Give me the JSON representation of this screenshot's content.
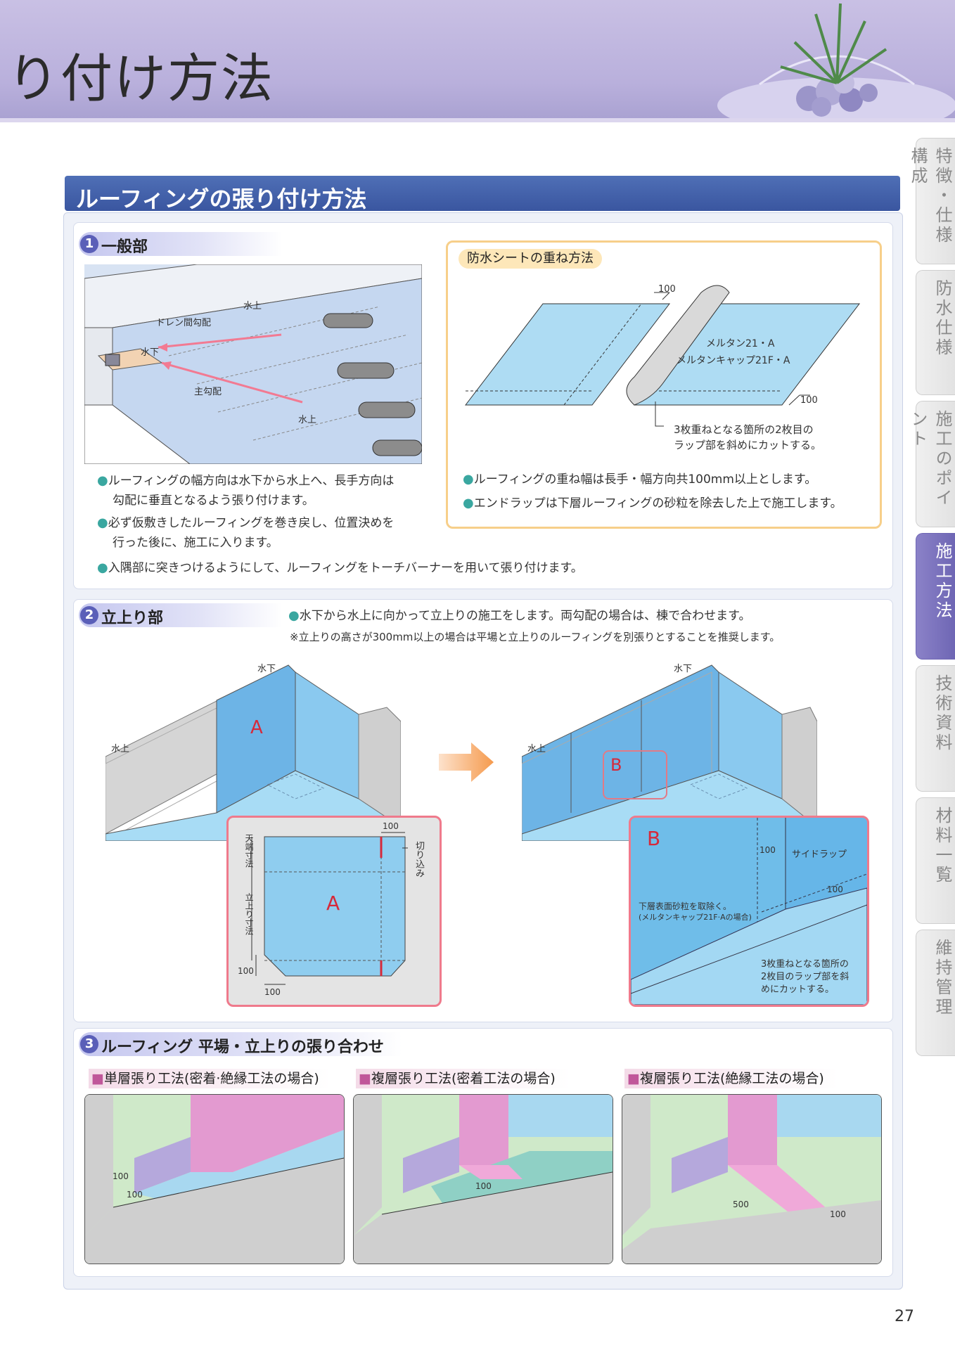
{
  "header": {
    "title": "り付け方法"
  },
  "tabs": [
    {
      "label": "特徴・仕様構成",
      "active": false
    },
    {
      "label": "防水仕様",
      "active": false
    },
    {
      "label": "施工のポイント",
      "active": false
    },
    {
      "label": "施工方法",
      "active": true
    },
    {
      "label": "技術資料",
      "active": false
    },
    {
      "label": "材料一覧",
      "active": false
    },
    {
      "label": "維持管理",
      "active": false
    }
  ],
  "main_title": "ルーフィングの張り付け方法",
  "section1": {
    "num": "1",
    "title": "一般部",
    "diagram_labels": {
      "mizuue1": "水上",
      "drain": "ドレン間勾配",
      "mizushita": "水下",
      "main_slope": "主勾配",
      "mizuue2": "水上"
    },
    "bullets": [
      "ルーフィングの幅方向は水下から水上へ、長手方向は",
      "勾配に垂直となるよう張り付けます。",
      "必ず仮敷きしたルーフィングを巻き戻し、位置決めを",
      "行った後に、施工に入ります。",
      "入隅部に突きつけるようにして、ルーフィングをトーチバーナーを用いて張り付けます。"
    ],
    "note": {
      "title": "防水シートの重ね方法",
      "dim1": "100",
      "dim2": "100",
      "product1": "メルタン21・A",
      "product2": "メルタンキャップ21F・A",
      "cut_note1": "3枚重ねとなる箇所の2枚目の",
      "cut_note2": "ラップ部を斜めにカットする。",
      "bullet1": "ルーフィングの重ね幅は長手・幅方向共100mm以上とします。",
      "bullet2": "エンドラップは下層ルーフィングの砂粒を除去した上で施工します。"
    }
  },
  "section2": {
    "num": "2",
    "title": "立上り部",
    "text1": "水下から水上に向かって立上りの施工をします。両勾配の場合は、棟で合わせます。",
    "text2": "※立上りの高さが300mm以上の場合は平場と立上りのルーフィングを別張りとすることを推奨します。",
    "left": {
      "mizushita": "水下",
      "mizuue": "水上",
      "label": "A"
    },
    "right": {
      "mizushita": "水下",
      "mizuue": "水上",
      "label": "B"
    },
    "detailA": {
      "label": "A",
      "dim_top": "100",
      "kirikomi": "切り込み",
      "tentan": "天端寸法",
      "tachiagari": "立上り寸法",
      "dim_left": "100",
      "dim_bottom": "100"
    },
    "detailB": {
      "label": "B",
      "dim1": "100",
      "side_lap": "サイドラップ",
      "dim2": "100",
      "remove1": "下層表面砂粒を取除く。",
      "remove2": "(メルタンキャップ21F·Aの場合)",
      "cut1": "3枚重ねとなる箇所の",
      "cut2": "2枚目のラップ部を斜",
      "cut3": "めにカットする。"
    }
  },
  "section3": {
    "num": "3",
    "title": "ルーフィング 平場・立上りの張り合わせ",
    "methods": [
      {
        "title": "単層張り工法(密着·絶縁工法の場合)",
        "dims": [
          "100",
          "100"
        ]
      },
      {
        "title": "複層張り工法(密着工法の場合)",
        "dims": [
          "100"
        ]
      },
      {
        "title": "複層張り工法(絶縁工法の場合)",
        "dims": [
          "500",
          "100"
        ]
      }
    ]
  },
  "page_number": "27",
  "colors": {
    "header": "#bdb5de",
    "title_bar": "#4663ab",
    "sheet": "#a9dcf3",
    "accent_pink": "#e08fcc",
    "accent_green": "#c9e6c6"
  }
}
